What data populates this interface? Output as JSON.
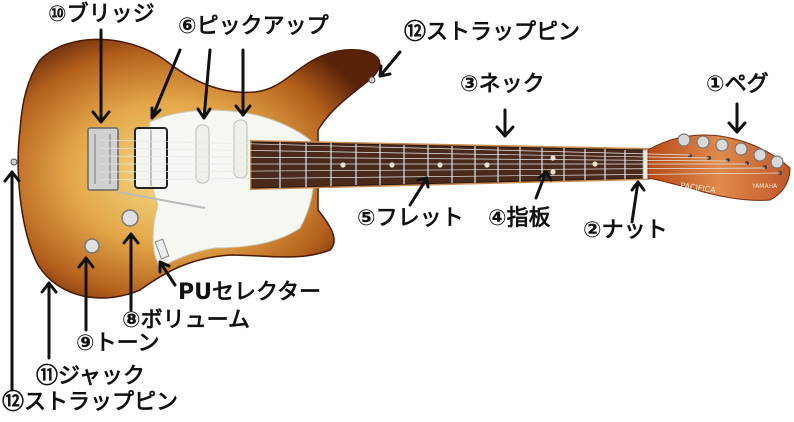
{
  "labels": {
    "peg": "①ペグ",
    "nut": "②ナット",
    "neck": "③ネック",
    "fingerboard": "④指板",
    "fret": "⑤フレット",
    "pickup": "⑥ピックアップ",
    "pu_selector": "PUセレクター",
    "volume": "⑧ボリューム",
    "tone": "⑨トーン",
    "bridge": "⑩ブリッジ",
    "jack": "⑪ジャック",
    "strap_pin_top": "⑫ストラップピン",
    "strap_pin_bottom": "⑫ストラップピン"
  },
  "headstock_text": {
    "model": "PACIFICA",
    "brand": "YAMAHA"
  },
  "colors": {
    "label_text": "#111111",
    "arrow": "#111111",
    "body_edge": "#6a2a08",
    "body_mid": "#c7721f",
    "body_center": "#f0d27a",
    "pickguard": "#f6f6f2",
    "fingerboard": "#4a2a1c",
    "neck_maple": "#c98c55",
    "headstock": "#c9612a"
  }
}
